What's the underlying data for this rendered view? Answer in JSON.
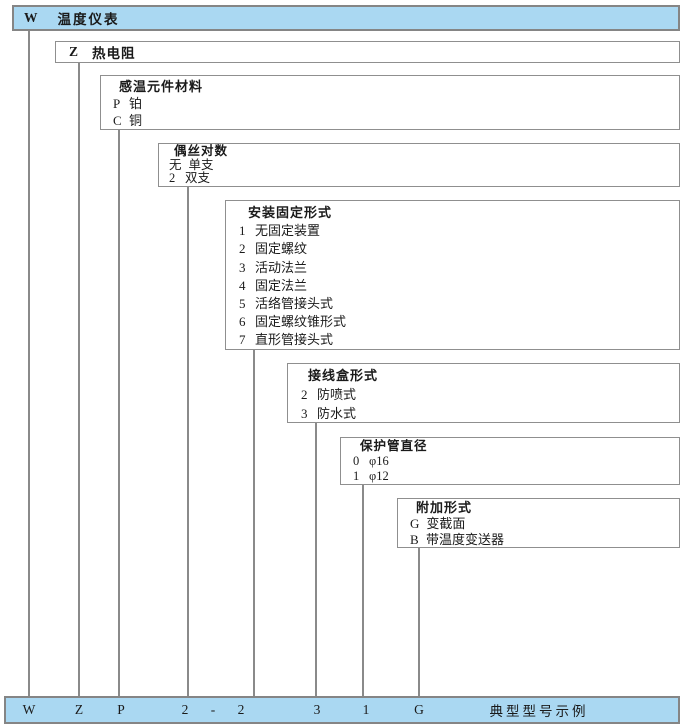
{
  "colors": {
    "bar_fill": "#aad8f2",
    "line": "#8a8a8a",
    "border": "#8f8f8f"
  },
  "top_bar": {
    "code": "W",
    "label": "温度仪表"
  },
  "z_bar": {
    "code": "Z",
    "label": "热电阻"
  },
  "boxes": {
    "sensor_material": {
      "title": "感温元件材料",
      "items": [
        {
          "code": "P",
          "label": "铂"
        },
        {
          "code": "C",
          "label": "铜"
        }
      ]
    },
    "wire_pairs": {
      "title": "偶丝对数",
      "items": [
        {
          "code": "无",
          "label": "单支"
        },
        {
          "code": "2",
          "label": "双支"
        }
      ]
    },
    "mounting": {
      "title": "安装固定形式",
      "items": [
        {
          "code": "1",
          "label": "无固定装置"
        },
        {
          "code": "2",
          "label": "固定螺纹"
        },
        {
          "code": "3",
          "label": "活动法兰"
        },
        {
          "code": "4",
          "label": "固定法兰"
        },
        {
          "code": "5",
          "label": "活络管接头式"
        },
        {
          "code": "6",
          "label": "固定螺纹锥形式"
        },
        {
          "code": "7",
          "label": "直形管接头式"
        }
      ]
    },
    "junction_box": {
      "title": "接线盒形式",
      "items": [
        {
          "code": "2",
          "label": "防喷式"
        },
        {
          "code": "3",
          "label": "防水式"
        }
      ]
    },
    "tube_diameter": {
      "title": "保护管直径",
      "items": [
        {
          "code": "0",
          "label": "φ16"
        },
        {
          "code": "1",
          "label": "φ12"
        }
      ]
    },
    "additional": {
      "title": "附加形式",
      "items": [
        {
          "code": "G",
          "label": "变截面"
        },
        {
          "code": "B",
          "label": "带温度变送器"
        }
      ]
    }
  },
  "bottom_bar": {
    "codes": [
      "W",
      "Z",
      "P",
      "2",
      "-",
      "2",
      "3",
      "1",
      "G"
    ],
    "caption": "典型型号示例"
  }
}
